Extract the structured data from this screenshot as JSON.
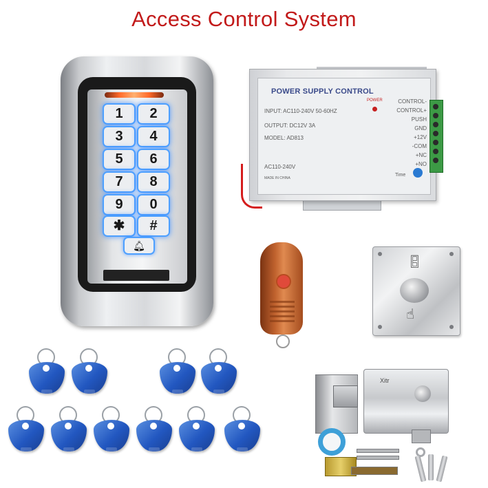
{
  "title": "Access Control System",
  "colors": {
    "title": "#c21a1a",
    "key_glow": "#4ea0ff",
    "psu_title": "#3a4a8a",
    "tag_blue": "#2257c0"
  },
  "keypad": {
    "keys": [
      "1",
      "2",
      "3",
      "4",
      "5",
      "6",
      "7",
      "8",
      "9",
      "0",
      "✱",
      "#"
    ]
  },
  "power_supply": {
    "title": "POWER SUPPLY CONTROL",
    "power_label": "POWER",
    "input": "INPUT: AC110-240V 50-60HZ",
    "output": "OUTPUT: DC12V 3A",
    "model": "MODEL: AD813",
    "ac_label": "AC110-240V",
    "made_in": "MADE IN CHINA",
    "time_label": "Time",
    "terminals": [
      "CONTROL-",
      "CONTROL+",
      "PUSH",
      "GND",
      "+12V",
      "-COM",
      "+NC",
      "+NO"
    ]
  },
  "lock": {
    "brand": "Xitr"
  },
  "icons": {
    "bell": "bell-icon",
    "door": "door-icon",
    "hand": "hand-press-icon"
  }
}
